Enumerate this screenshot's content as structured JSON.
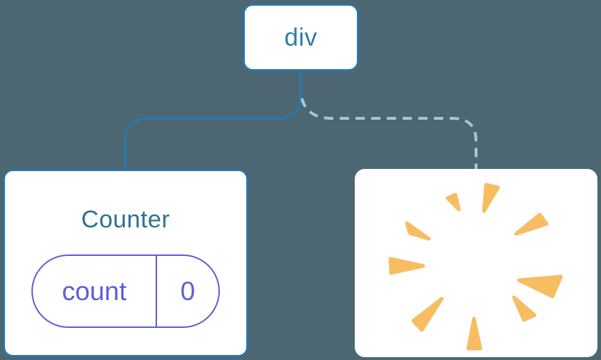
{
  "tree": {
    "root_label": "div",
    "counter": {
      "title": "Counter",
      "state_key": "count",
      "state_value": "0"
    },
    "removed_child": {
      "icon": "poof-starburst-icon",
      "meaning": "removed component"
    }
  },
  "colors": {
    "background": "#4c6672",
    "node_bg": "#ffffff",
    "node_border": "#2b76a8",
    "root_label_text": "#2e7cab",
    "counter_title_text": "#2d7193",
    "state_pill": "#5b5fd6",
    "solid_edge": "#2b76a8",
    "dashed_edge": "#a6c4da",
    "burst": "#f8bc63"
  }
}
